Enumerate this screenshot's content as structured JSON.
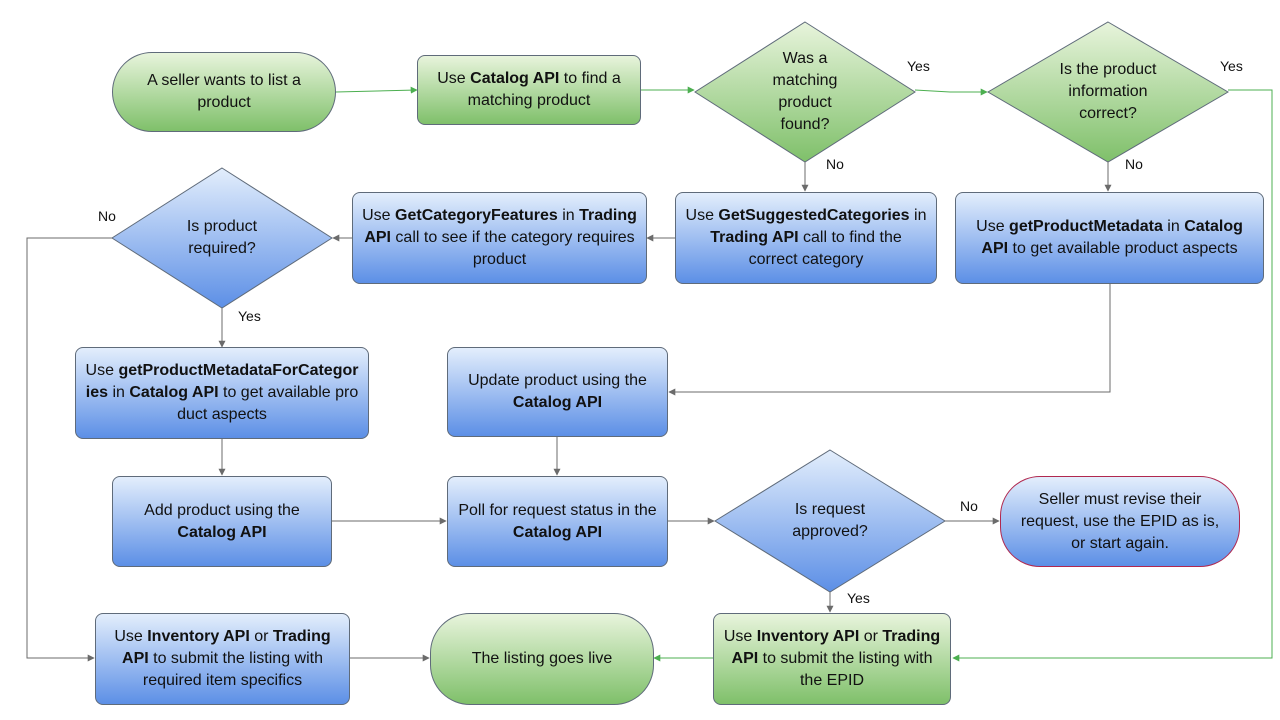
{
  "nodes": {
    "start": "A seller wants to list a product",
    "find_product": {
      "pre": "Use ",
      "bold": "Catalog API",
      "post": " to find a matching product"
    },
    "match_found": "Was a matching product found?",
    "info_correct": "Is the product information correct?",
    "suggested_categories": {
      "pre": "Use ",
      "bold1": "GetSuggestedCategories",
      "mid": " in ",
      "bold2": "Trading API",
      "post": " call to find the correct category"
    },
    "category_features": {
      "pre": "Use ",
      "bold1": "GetCategoryFeatures",
      "mid": " in ",
      "bold2": "Trading API",
      "post": " call to see if the category requires product"
    },
    "product_required": "Is product required?",
    "product_metadata": {
      "pre": "Use ",
      "bold1": "getProductMetadata",
      "mid": " in ",
      "bold2": "Catalog API",
      "post": " to get available product aspects"
    },
    "metadata_for_categories": {
      "pre": "Use ",
      "bold1": "getProductMetadataForCategories",
      "mid": " in ",
      "bold2": "Catalog API",
      "post": " to get available product aspects"
    },
    "update_product": {
      "pre": "Update product using the ",
      "bold": "Catalog API"
    },
    "add_product": {
      "pre": "Add product using the ",
      "bold": "Catalog API"
    },
    "poll_status": {
      "pre": "Poll for request status in the ",
      "bold": "Catalog API"
    },
    "request_approved": "Is request approved?",
    "seller_revise": "Seller must revise their request, use the EPID as is, or start again.",
    "submit_required": {
      "pre": "Use ",
      "bold1": "Inventory API",
      "mid": " or ",
      "bold2": "Trading API",
      "post": " to submit the listing with required item specifics"
    },
    "listing_live": "The listing goes live",
    "submit_epid": {
      "pre": "Use ",
      "bold1": "Inventory API",
      "mid": " or ",
      "bold2": "Trading API",
      "post": " to submit the listing with the EPID"
    }
  },
  "edge_labels": {
    "match_yes": "Yes",
    "match_no": "No",
    "info_yes": "Yes",
    "info_no": "No",
    "required_no": "No",
    "required_yes": "Yes",
    "approved_no": "No",
    "approved_yes": "Yes"
  },
  "colors": {
    "green_top": "#e8f4dc",
    "green_bottom": "#7fc06a",
    "blue_top": "#e3eefc",
    "blue_bottom": "#5c8fe6",
    "line_gray": "#6b6b6b",
    "line_green": "#4caf50",
    "alert_border": "#b0284f"
  }
}
